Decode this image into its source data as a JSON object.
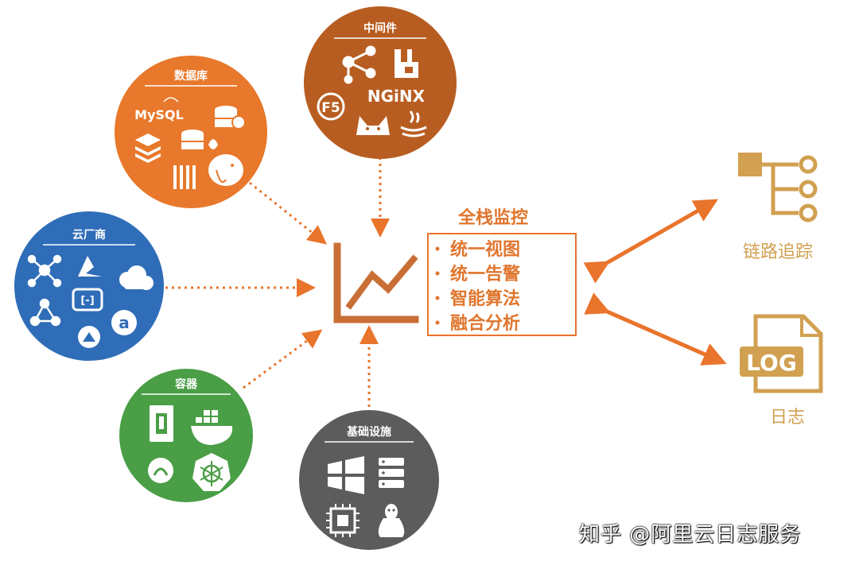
{
  "colors": {
    "middleware": "#b85d21",
    "database": "#e8782b",
    "cloud": "#2f6db8",
    "container": "#4a9e46",
    "infra": "#5c5c5c",
    "accent": "#e9742c",
    "gold": "#d1a050",
    "title": "#e0762e"
  },
  "circles": {
    "middleware": {
      "title": "中间件",
      "icons": [
        "nodes-icon",
        "kafka-icon",
        "f5-icon",
        "nginx-logo",
        "tomcat-icon",
        "java-icon"
      ],
      "nginx_text": "NGiNX",
      "f5_text": "F5"
    },
    "database": {
      "title": "数据库",
      "icons": [
        "mysql-logo",
        "database-icon",
        "redis-icon",
        "postgresql-icon",
        "clickhouse-icon"
      ],
      "mysql_text": "MySQL"
    },
    "cloud": {
      "title": "云厂商",
      "icons": [
        "network-icon",
        "azure-icon",
        "aliyun-icon",
        "cloud-icon",
        "amazon-icon",
        "tencent-icon"
      ],
      "aliyun_text": "[-]",
      "amazon_text": "a"
    },
    "container": {
      "title": "容器",
      "icons": [
        "container-icon",
        "docker-icon",
        "service-icon",
        "kubernetes-icon"
      ]
    },
    "infra": {
      "title": "基础设施",
      "icons": [
        "windows-icon",
        "server-icon",
        "cpu-icon",
        "linux-icon"
      ]
    }
  },
  "center": {
    "title": "全栈监控",
    "features": [
      "统一视图",
      "统一告警",
      "智能算法",
      "融合分析"
    ]
  },
  "outputs": {
    "tracing": {
      "label": "链路追踪"
    },
    "log": {
      "label": "日志",
      "doc_text": "LOG"
    }
  },
  "watermark": "知乎 @阿里云日志服务"
}
